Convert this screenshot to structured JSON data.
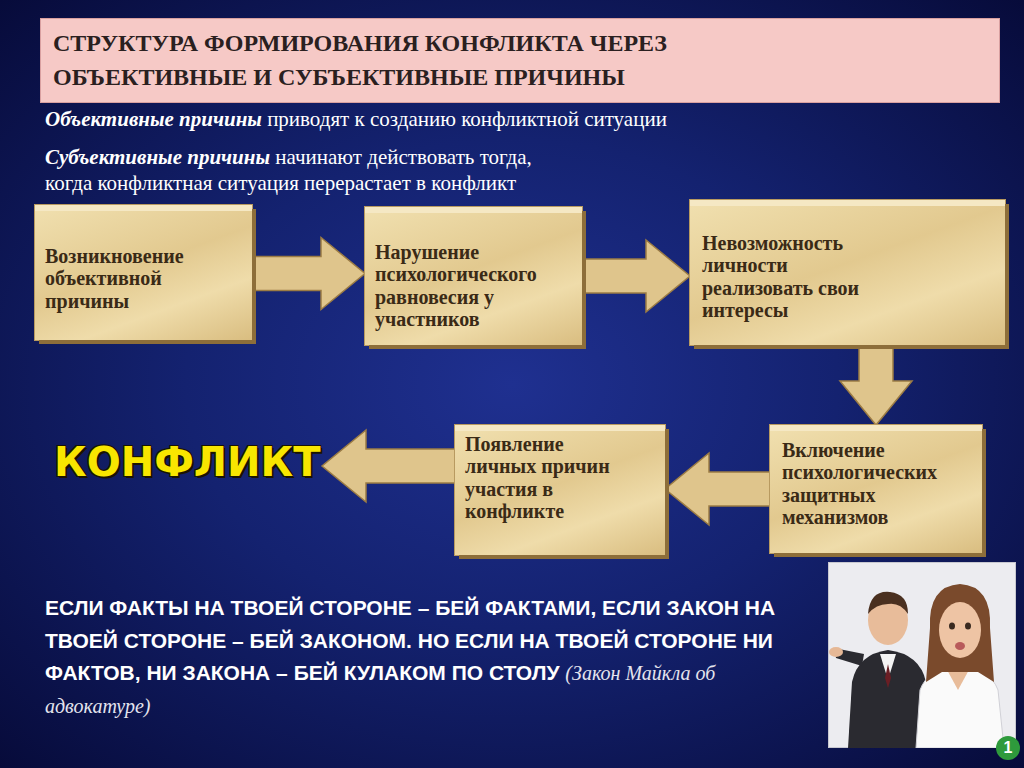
{
  "diagram": {
    "title": "СТРУКТУРА ФОРМИРОВАНИЯ КОНФЛИКТА ЧЕРЕЗ ОБЪЕКТИВНЫЕ И СУБЪЕКТИВНЫЕ ПРИЧИНЫ",
    "nodes": [
      {
        "text": [
          "Возникновение объективной причины"
        ]
      },
      {
        "text": [
          "Нарушение психологического равновесия у участников"
        ]
      },
      {
        "text": [
          "Невозможность личности реализовать свои интересы"
        ]
      },
      {
        "text": [
          "Включение психологических защитных механизмов"
        ]
      },
      {
        "text": [
          "Появление личных причин участия в конфликте"
        ]
      },
      {
        "text": [
          "КОНФЛИКТ"
        ]
      }
    ],
    "edges": [
      {
        "from": 0,
        "to": 1,
        "arrow": "to"
      },
      {
        "from": 1,
        "to": 2,
        "arrow": "to"
      },
      {
        "from": 2,
        "to": 3,
        "arrow": "to"
      },
      {
        "from": 3,
        "to": 4,
        "arrow": "to"
      },
      {
        "from": 4,
        "to": 5,
        "arrow": "to"
      }
    ],
    "labels": [
      "Объективные причины",
      "приводят к созданию конфликтной ситуации",
      "Субъективные причины",
      "начинают действовать тогда, когда конфликтная ситуация перерастает в конфликт",
      "ЕСЛИ ФАКТЫ НА ТВОЕЙ СТОРОНЕ – БЕЙ ФАКТАМИ, ЕСЛИ ЗАКОН НА ТВОЕЙ СТОРОНЕ – БЕЙ ЗАКОНОМ. НО ЕСЛИ НА ТВОЕЙ СТОРОНЕ НИ ФАКТОВ, НИ ЗАКОНА – БЕЙ КУЛАКОМ ПО СТОЛУ",
      "(Закон Майкла об адвокатуре)",
      "1"
    ]
  }
}
